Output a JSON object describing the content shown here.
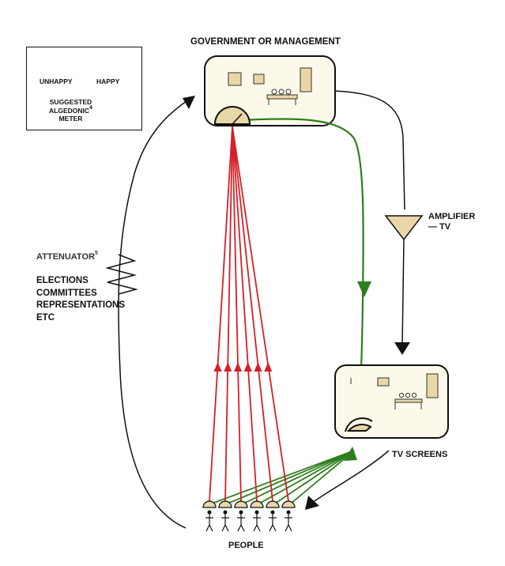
{
  "diagram": {
    "title": "GOVERNMENT OR MANAGEMENT",
    "meter_legend": {
      "left_label": "UNHAPPY",
      "right_label": "HAPPY",
      "caption_lines": [
        "SUGGESTED",
        "ALGEDONIC",
        "METER"
      ],
      "caption_footnote": "4"
    },
    "amplifier": {
      "lines": [
        "AMPLIFIER",
        "— TV"
      ]
    },
    "attenuator": {
      "label": "ATTENUATOR",
      "footnote": "5",
      "channels": [
        "ELECTIONS",
        "COMMITTEES",
        "REPRESENTATIONS",
        "ETC"
      ]
    },
    "tv_screens_label": "TV SCREENS",
    "people_label": "PEOPLE",
    "people_count": 6,
    "colors": {
      "feedback_lines": "#d42028",
      "broadcast_lines": "#2e7d1e",
      "box_fill": "#fdf9ea",
      "sketch_fill": "#ead7a7",
      "ink": "#111111"
    }
  }
}
